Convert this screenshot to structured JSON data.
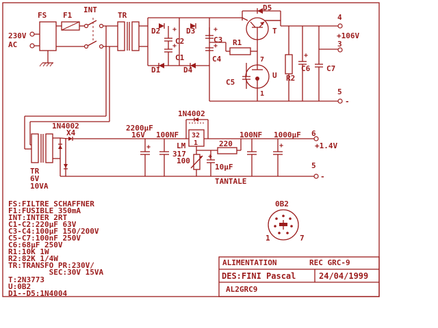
{
  "input": {
    "voltage": "230V",
    "type": "AC"
  },
  "components": {
    "fs": "FS",
    "f1": "F1",
    "int": "INT",
    "tr": "TR",
    "d1": "D1",
    "d2": "D2",
    "d3": "D3",
    "d4": "D4",
    "d5": "D5",
    "c1": "C1",
    "c2": "C2",
    "c3": "C3",
    "c4": "C4",
    "c5": "C5",
    "c6": "C6",
    "c7": "C7",
    "r1": "R1",
    "r2": "R2",
    "t": "T",
    "u": "U",
    "u_pin7": "7",
    "u_pin1": "1"
  },
  "terminals": {
    "t4": "4",
    "t3": "3",
    "t5": "5",
    "t6": "6",
    "t5b": "5"
  },
  "outputs": {
    "main": "+106V",
    "minus": "-",
    "low": "+1.4V",
    "low_minus": "-"
  },
  "lower_circuit": {
    "diode_bridge": "1N4002",
    "bridge_count": "X4",
    "tr_name": "TR",
    "tr_volt": "6V",
    "tr_va": "10VA",
    "c_big_value": "2200µF",
    "c_big_volt": "16V",
    "c_100nf_a": "100NF",
    "regulator": "LM",
    "regulator_num": "317",
    "reg_pin_top": "32",
    "reg_pin_bottom": "1",
    "reg_diode": "1N4002",
    "r_220": "220",
    "pot": "100",
    "c_10uf": "10µF",
    "tantale": "TANTALE",
    "c_100nf_b": "100NF",
    "c_1000uf": "1000µF"
  },
  "tube": {
    "name": "0B2",
    "pin_left": "1",
    "pin_right": "7"
  },
  "legend": [
    "FS:FILTRE SCHAFFNER",
    "F1:FUSIBLE 350mA",
    "INT:INTER 2RT",
    "C1-C2:220µF 63V",
    "C3-C4:100µF 150/200V",
    "C5-C7:100nF 250V",
    "C6:68µF 250V",
    "R1:10K 1W",
    "R2:82K 1/4W",
    "TR:TRANSFO PR:230V/",
    "         SEC:30V 15VA",
    "",
    "T:2N3773",
    "U:0B2",
    "D1--D5:1N4004"
  ],
  "title_block": {
    "title": "ALIMENTATION",
    "ref": "REC GRC-9",
    "designer": "DES:FINI Pascal",
    "date": "24/04/1999",
    "file": "AL2GRC9"
  },
  "colors": {
    "ink": "#9b1b1b",
    "background": "#ffffff"
  }
}
